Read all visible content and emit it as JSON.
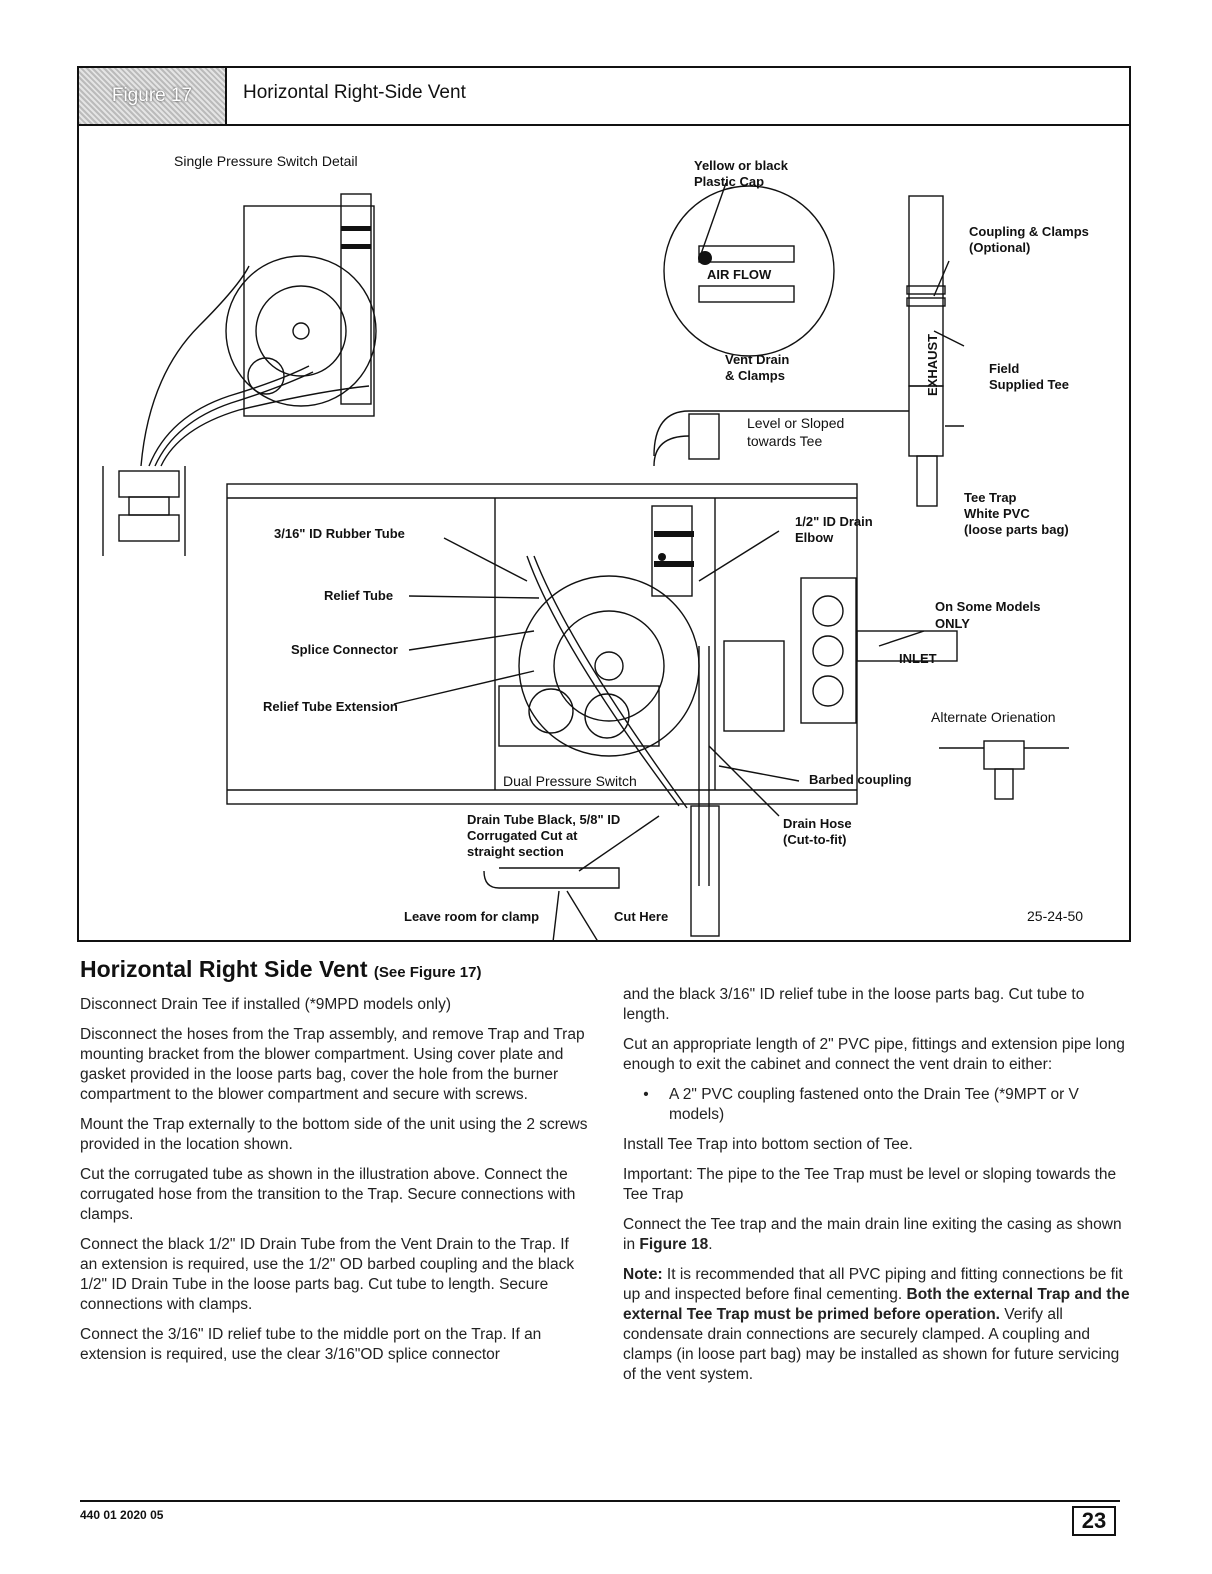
{
  "figure": {
    "label": "Figure 17",
    "title": "Horizontal Right-Side Vent",
    "labels": {
      "single_detail": "Single Pressure Switch Detail",
      "plastic_cap_1": "Yellow or black",
      "plastic_cap_2": "Plastic Cap",
      "coupling_1": "Coupling & Clamps",
      "coupling_2": "(Optional)",
      "airflow": "AIR FLOW",
      "vent_drain_1": "Vent Drain",
      "vent_drain_2": "& Clamps",
      "exhaust": "EXHAUST",
      "field_tee_1": "Field",
      "field_tee_2": "Supplied Tee",
      "level_1": "Level or Sloped",
      "level_2": "towards Tee",
      "tee_trap_1": "Tee Trap",
      "tee_trap_2": "White PVC",
      "tee_trap_3": "(loose parts bag)",
      "rubber_tube": "3/16\" ID Rubber Tube",
      "drain_elbow_1": "1/2\" ID Drain",
      "drain_elbow_2": "Elbow",
      "relief_tube": "Relief Tube",
      "on_some_1": "On Some Models",
      "on_some_2": "ONLY",
      "splice": "Splice Connector",
      "inlet": "INLET",
      "relief_ext": "Relief Tube Extension",
      "alternate": "Alternate Orienation",
      "dual": "Dual Pressure Switch",
      "barbed": "Barbed coupling",
      "drain_tube_1": "Drain Tube Black, 5/8\" ID",
      "drain_tube_2": "Corrugated Cut at",
      "drain_tube_3": "straight section",
      "drain_hose_1": "Drain Hose",
      "drain_hose_2": "(Cut-to-fit)",
      "leave_room": "Leave room for clamp",
      "cut_here": "Cut Here",
      "code": "25-24-50"
    }
  },
  "section": {
    "title": "Horizontal Right Side Vent",
    "title_ref": "(See Figure 17)"
  },
  "left_paragraphs": [
    "Disconnect Drain Tee if installed (*9MPD models only)",
    "Disconnect the hoses from the Trap assembly, and remove Trap and Trap mounting bracket from the blower compartment. Using cover plate and gasket provided in the loose parts bag, cover the hole from the burner compartment to the blower compartment and secure with screws.",
    "Mount the Trap externally to the bottom side of the unit using the 2 screws provided in the location shown.",
    "Cut the corrugated tube as shown in the illustration above. Connect the corrugated hose from the transition to the Trap. Secure connections with clamps.",
    "Connect the black 1/2\" ID Drain Tube from the Vent Drain to the Trap. If an extension is required, use the 1/2\" OD barbed coupling and the black 1/2\" ID Drain Tube in the loose parts bag. Cut tube to length. Secure connections with clamps.",
    "Connect the 3/16\" ID relief tube to the middle port on the Trap. If an extension is required, use the clear 3/16\"OD splice connector"
  ],
  "right_paragraphs": {
    "p1": "and the black 3/16\" ID relief tube in the loose parts bag. Cut tube to length.",
    "p2": "Cut an appropriate length of 2\" PVC pipe, fittings and extension pipe long enough to exit the cabinet and connect the vent drain to either:",
    "bullet_mark": "•",
    "bullet": "A 2\" PVC coupling fastened onto the Drain Tee (*9MPT or V models)",
    "p3": "Install Tee Trap into bottom section of Tee.",
    "p4": "Important: The pipe to the Tee Trap must be level or sloping towards the Tee Trap",
    "p5_pre": "Connect the Tee trap and the main drain line exiting the casing as shown in ",
    "p5_bold": "Figure 18",
    "p5_post": ".",
    "note_label": "Note:",
    "note_text": " It is recommended that all PVC piping and fitting connections be fit up and inspected before final cementing. ",
    "note_bold": "Both the external Trap and the external Tee Trap must be primed before operation.",
    "note_tail": " Verify all condensate drain connections are securely clamped. A coupling and clamps (in loose part bag) may be installed as shown for future servicing of the vent system."
  },
  "footer": {
    "doc_number": "440 01 2020 05",
    "page": "23"
  }
}
